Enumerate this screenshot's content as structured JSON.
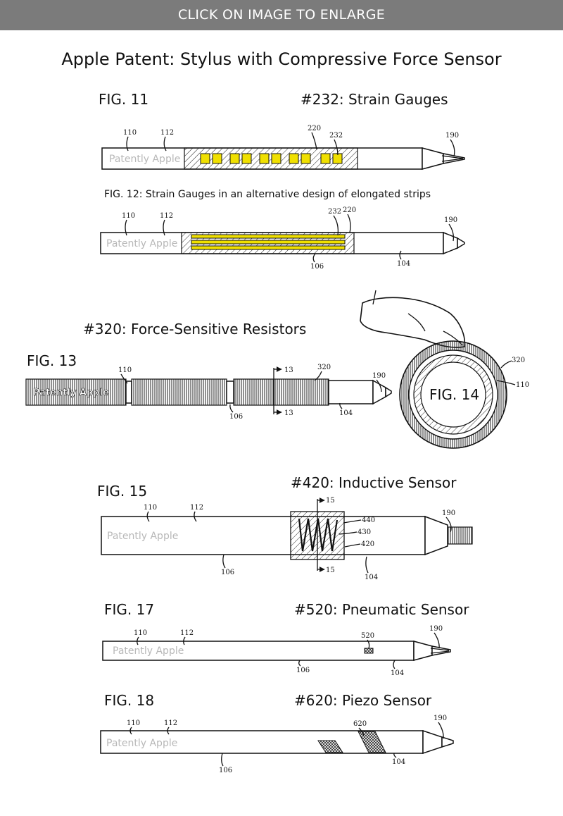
{
  "banner": {
    "label": "CLICK ON IMAGE TO ENLARGE"
  },
  "title": "Apple Patent: Stylus with Compressive Force Sensor",
  "watermark": "Patently Apple",
  "sections": {
    "fig11": {
      "fig_label": "FIG. 11",
      "heading": "#232: Strain Gauges",
      "refs": {
        "r110": "110",
        "r112": "112",
        "r220": "220",
        "r232": "232",
        "r190": "190"
      }
    },
    "fig12": {
      "caption": "FIG. 12: Strain Gauges in an alternative design of elongated strips",
      "refs": {
        "r110": "110",
        "r112": "112",
        "r232": "232",
        "r220": "220",
        "r190": "190",
        "r106": "106",
        "r104": "104"
      }
    },
    "fig13": {
      "fig_label": "FIG. 13",
      "heading": "#320: Force-Sensitive Resistors",
      "refs": {
        "r110": "110",
        "r320": "320",
        "r190": "190",
        "r13a": "13",
        "r13b": "13",
        "r106": "106",
        "r104": "104"
      }
    },
    "fig14": {
      "fig_label": "FIG. 14",
      "refs": {
        "r320": "320",
        "r110": "110"
      }
    },
    "fig15": {
      "fig_label": "FIG. 15",
      "heading": "#420: Inductive Sensor",
      "refs": {
        "r110": "110",
        "r112": "112",
        "r15a": "15",
        "r15b": "15",
        "r440": "440",
        "r430": "430",
        "r420": "420",
        "r190": "190",
        "r106": "106",
        "r104": "104"
      }
    },
    "fig17": {
      "fig_label": "FIG. 17",
      "heading": "#520: Pneumatic Sensor",
      "refs": {
        "r110": "110",
        "r112": "112",
        "r520": "520",
        "r190": "190",
        "r106": "106",
        "r104": "104"
      }
    },
    "fig18": {
      "fig_label": "FIG. 18",
      "heading": "#620: Piezo Sensor",
      "refs": {
        "r110": "110",
        "r112": "112",
        "r620": "620",
        "r190": "190",
        "r106": "106",
        "r104": "104"
      }
    }
  },
  "colors": {
    "banner_bg": "#7b7b7b",
    "gauge_yellow": "#f0e000",
    "watermark_gray": "#b8b8b8"
  }
}
